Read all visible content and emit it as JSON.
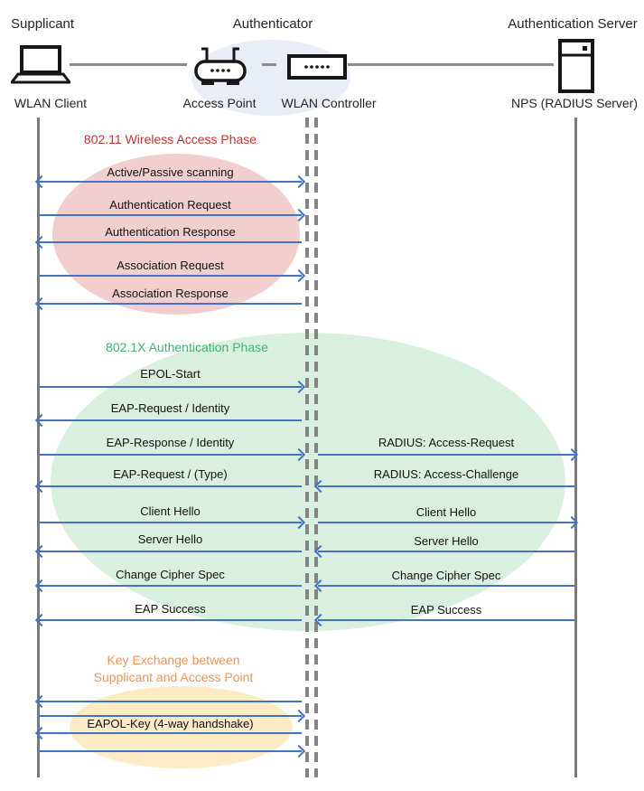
{
  "header": {
    "roles": [
      {
        "label": "Supplicant"
      },
      {
        "label": "Authenticator"
      },
      {
        "label": "Authentication Server"
      }
    ],
    "devices": [
      {
        "label": "WLAN Client"
      },
      {
        "label": "Access Point"
      },
      {
        "label": "WLAN Controller"
      },
      {
        "label": "NPS (RADIUS Server)"
      }
    ]
  },
  "phases": [
    {
      "title": "802.11 Wireless Access Phase",
      "title_color": "#BE3434",
      "fill": "#F2CFCF"
    },
    {
      "title": "802.1X Authentication Phase",
      "title_color": "#44B26A",
      "fill": "#D9F0E1"
    },
    {
      "title_line1": "Key Exchange between",
      "title_line2": "Supplicant and Access Point",
      "title_color": "#E8975C",
      "fill": "#FDEBC6"
    }
  ],
  "messages": {
    "scanning": "Active/Passive scanning",
    "auth_request": "Authentication Request",
    "auth_response": "Authentication Response",
    "assoc_request": "Association Request",
    "assoc_response": "Association Response",
    "epol_start": "EPOL-Start",
    "eap_request_identity": "EAP-Request / Identity",
    "eap_response_identity": "EAP-Response / Identity",
    "radius_access_request": "RADIUS: Access-Request",
    "eap_request_type": "EAP-Request / (Type)",
    "radius_access_challenge": "RADIUS: Access-Challenge",
    "client_hello": "Client Hello",
    "server_hello": "Server Hello",
    "change_cipher_spec": "Change Cipher Spec",
    "eap_success": "EAP Success",
    "eapol_key": "EAPOL-Key (4-way handshake)"
  },
  "colors": {
    "arrow_blue": "#4472C4",
    "lifeline_gray": "#7A7A7A",
    "connector_gray": "#8C8C8C",
    "authenticator_halo": "#E9EDF6",
    "icon_black": "#161616"
  }
}
